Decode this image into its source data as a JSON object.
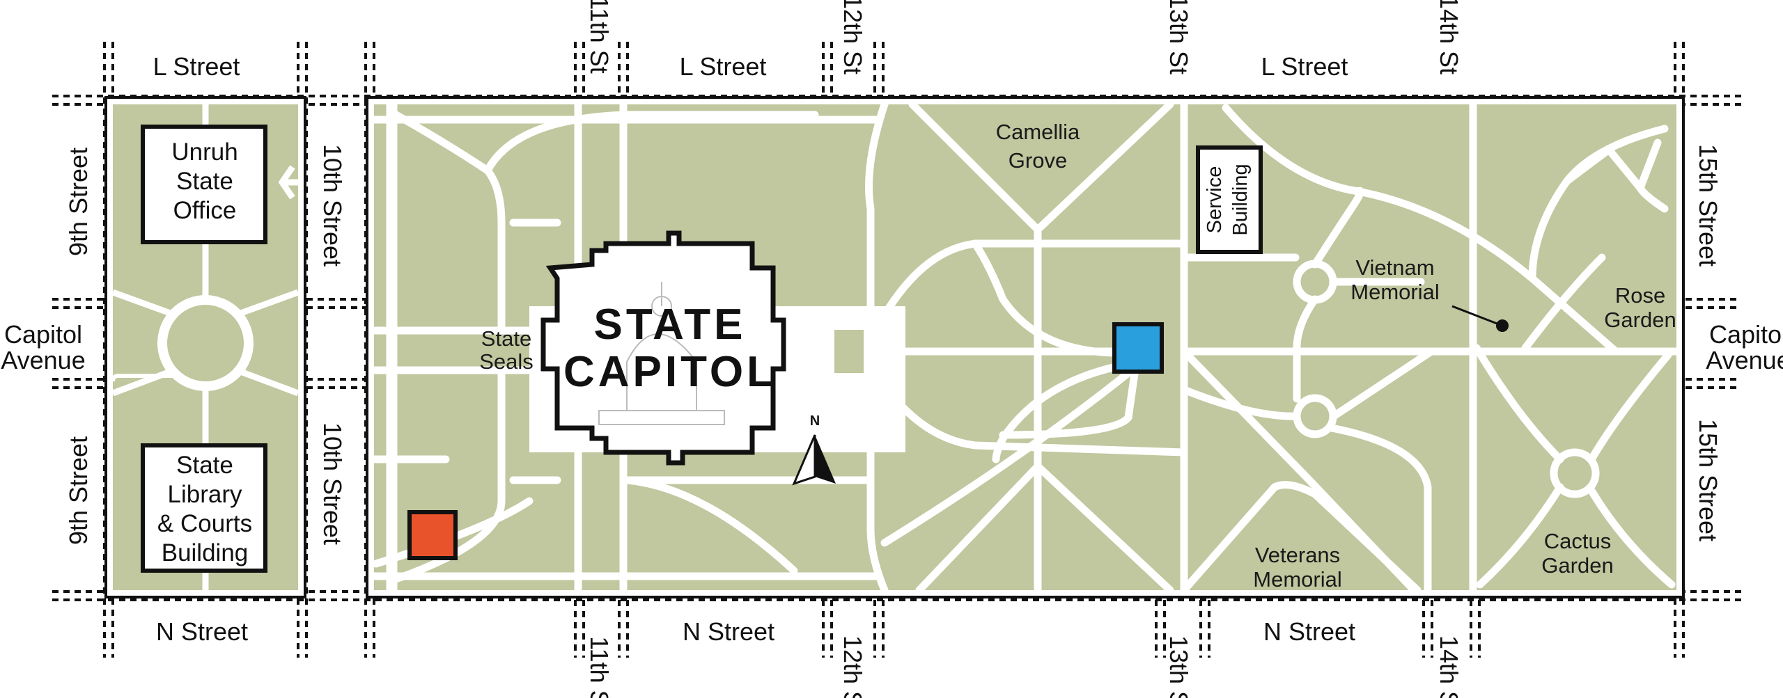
{
  "map": {
    "streets": {
      "l_street": "L Street",
      "n_street": "N Street",
      "ninth_street": "9th Street",
      "tenth_street": "10th Street",
      "fifteenth_street": "15th Street",
      "capitol_avenue": [
        "Capitol",
        "Avenue"
      ],
      "eleventh_st": "11th St",
      "twelfth_st": "12th St",
      "thirteenth_st": "13th St",
      "fourteenth_st": "14th St"
    },
    "buildings": {
      "unruh": [
        "Unruh",
        "State",
        "Office"
      ],
      "library": [
        "State",
        "Library",
        "& Courts",
        "Building"
      ],
      "capitol": [
        "STATE",
        "CAPITOL"
      ],
      "service": [
        "Service",
        "Building"
      ]
    },
    "areas": {
      "state_seals": [
        "State",
        "Seals"
      ],
      "camellia_grove": [
        "Camellia",
        "Grove"
      ],
      "vietnam_memorial": [
        "Vietnam",
        "Memorial"
      ],
      "rose_garden": [
        "Rose",
        "Garden"
      ],
      "veterans_memorial": [
        "Veterans",
        "Memorial"
      ],
      "cactus_garden": [
        "Cactus",
        "Garden"
      ]
    },
    "compass_label": "N",
    "colors": {
      "park": "#c1c79e",
      "path": "#ffffff",
      "outline": "#111111",
      "marker_orange": "#e8532c",
      "marker_blue": "#2a9fde"
    }
  }
}
